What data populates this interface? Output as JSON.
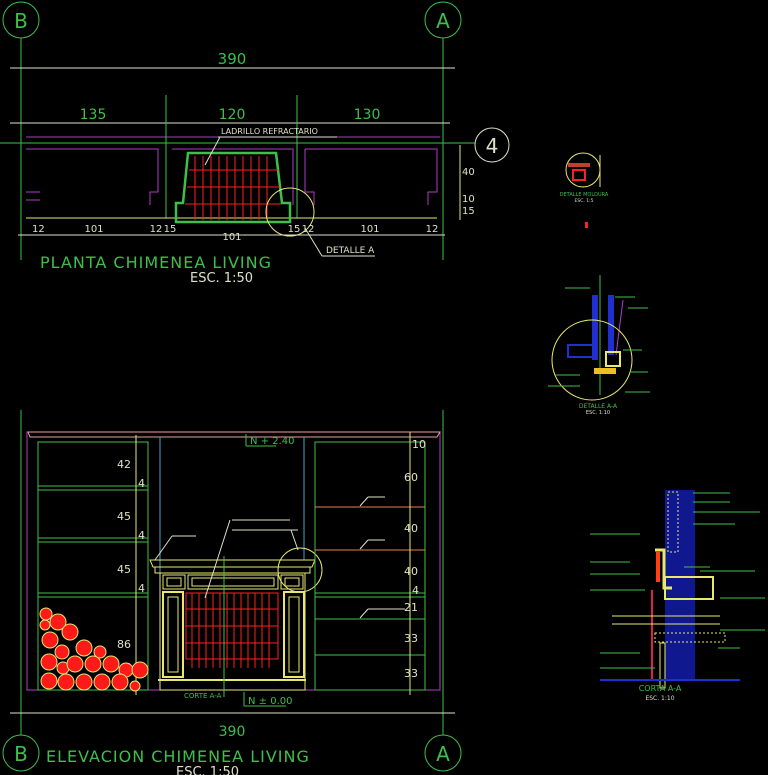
{
  "grid_bubbles": {
    "left": "B",
    "right": "A",
    "side": "4"
  },
  "plan": {
    "title": "PLANTA CHIMENEA LIVING",
    "scale": "ESC. 1:50",
    "overall_dim": "390",
    "bay_dims": [
      "135",
      "120",
      "130"
    ],
    "lower_dims": [
      "12",
      "101",
      "12",
      "15",
      "101",
      "15",
      "12",
      "101",
      "12"
    ],
    "side_dims": [
      "40",
      "10",
      "15"
    ],
    "label_brick": "LADRILLO REFRACTARIO",
    "label_detail": "DETALLE A"
  },
  "elevation": {
    "title": "ELEVACION CHIMENEA LIVING",
    "scale": "ESC. 1:50",
    "overall_dim": "390",
    "level_top": "N + 2.40",
    "level_bottom": "N ± 0.00",
    "section_mark": "CORTE A-A",
    "left_dims": [
      "42",
      "4",
      "45",
      "4",
      "45",
      "4",
      "86"
    ],
    "right_dims": [
      "10",
      "60",
      "40",
      "40",
      "4",
      "21",
      "33",
      "33"
    ]
  },
  "details": {
    "moldura_title": "DETALLE MOLDURA",
    "moldura_scale": "ESC. 1:5",
    "aa_title": "DETALLE A-A",
    "aa_scale": "ESC. 1:10",
    "corte_title": "CORTA A-A",
    "corte_scale": "ESC. 1:10"
  },
  "colors": {
    "background": "#000000",
    "green": "#3fbf4a",
    "yellow": "#e8e870",
    "magenta": "#b03cc8",
    "red": "#ff2020",
    "blue": "#2030d0"
  }
}
